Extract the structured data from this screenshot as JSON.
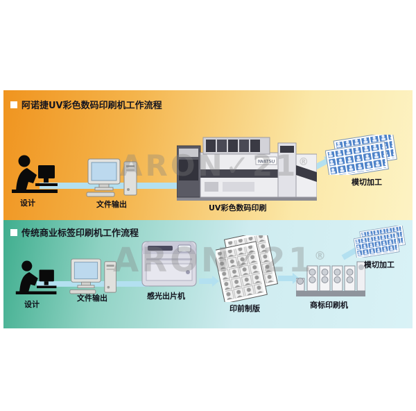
{
  "watermark": {
    "text": "ARON",
    "check": "✓",
    "suffix": "21",
    "reg": "®"
  },
  "top_flow": {
    "title": "阿诺捷UV彩色数码印刷机工作流程",
    "machine_brand": "IWATSU",
    "steps": {
      "design": "设计",
      "file_output": "文件输出",
      "printing": "UV彩色数码印刷",
      "die_cutting": "模切加工"
    }
  },
  "bottom_flow": {
    "title": "传统商业标签印刷机工作流程",
    "steps": {
      "design": "设计",
      "file_output": "文件输出",
      "imagesetter": "感光出片机",
      "platemaking": "印前制版",
      "label_press": "商标印刷机",
      "die_cutting": "模切加工"
    }
  },
  "colors": {
    "top_gradient_start": "#f0941f",
    "top_gradient_end": "#fdf3c4",
    "bottom_gradient_start": "#3fae8e",
    "bottom_gradient_end": "#d9f2f6",
    "flow_arrow": "#b3e0f0",
    "title_text": "#15151f"
  }
}
